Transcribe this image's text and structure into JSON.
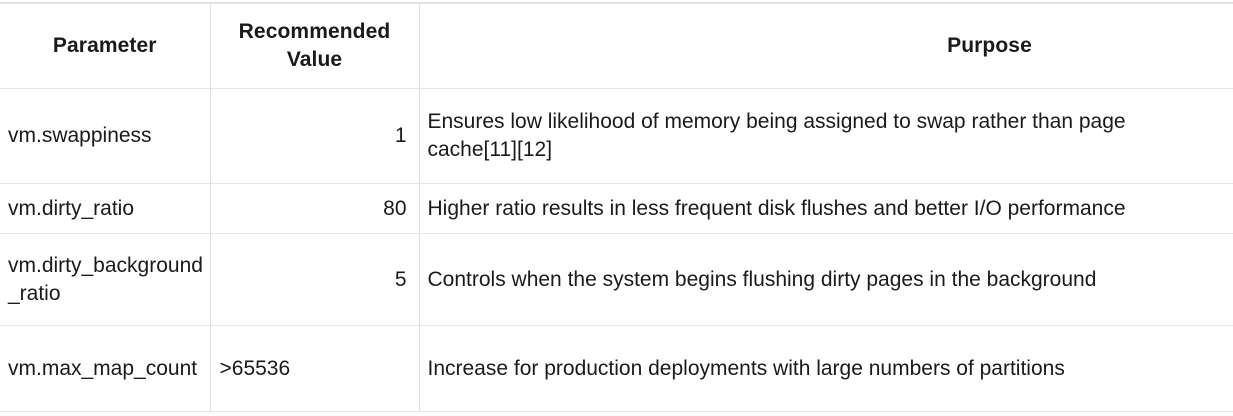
{
  "table": {
    "columns": [
      {
        "key": "parameter",
        "label": "Parameter",
        "align": "left"
      },
      {
        "key": "value",
        "label": "Recommended Value",
        "align": "right"
      },
      {
        "key": "purpose",
        "label": "Purpose",
        "align": "left"
      }
    ],
    "headers": {
      "parameter": "Parameter",
      "value": "Recommended Value",
      "purpose": "Purpose"
    },
    "rows": [
      {
        "parameter": "vm.swappiness",
        "value": "1",
        "value_align": "right",
        "purpose_line_1": "Ensures low likelihood of memory being assigned to swap rather than page",
        "purpose_line_2": "cache[11][12]"
      },
      {
        "parameter": "vm.dirty_ratio",
        "value": "80",
        "value_align": "right",
        "purpose_line_1": "Higher ratio results in less frequent disk flushes and better I/O performance",
        "purpose_line_2": ""
      },
      {
        "parameter": "vm.dirty_background_ratio",
        "value": "5",
        "value_align": "right",
        "purpose_line_1": "Controls when the system begins flushing dirty pages in the background",
        "purpose_line_2": ""
      },
      {
        "parameter": "vm.max_map_count",
        "value": ">65536",
        "value_align": "left",
        "purpose_line_1": "Increase for production deployments with large numbers of partitions",
        "purpose_line_2": ""
      }
    ]
  },
  "style": {
    "background": "#ffffff",
    "text_color": "#1a1a1a",
    "border_color": "#e0e0e0"
  }
}
